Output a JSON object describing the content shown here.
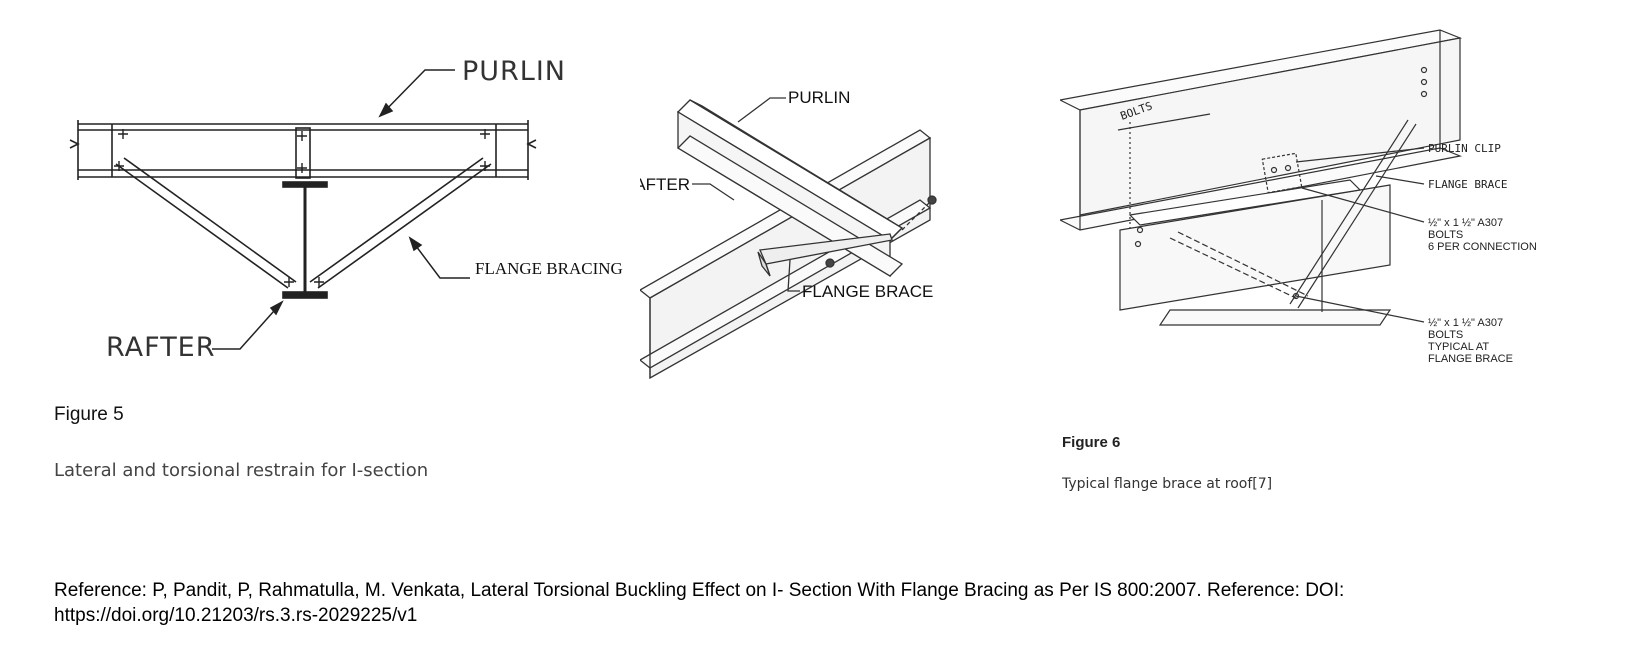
{
  "figure5": {
    "drawing": {
      "purlin_label": "PURLIN",
      "rafter_label": "RAFTER",
      "flange_bracing_label": "FLANGE BRACING"
    },
    "title": "Figure 5",
    "caption": "Lateral and torsional restrain for I-section"
  },
  "middle_drawing": {
    "purlin_label": "PURLIN",
    "rafter_label": "RAFTER",
    "flange_brace_label": "FLANGE BRACE"
  },
  "figure6": {
    "drawing": {
      "bolts_label": "BOLTS",
      "purlin_clip_label": "PURLIN CLIP",
      "flange_brace_label": "FLANGE BRACE",
      "bolts_note_1": [
        "½\" x 1 ½\" A307",
        "BOLTS",
        "6 PER CONNECTION"
      ],
      "bolts_note_2": [
        "½\" x 1 ½\" A307",
        "BOLTS",
        "TYPICAL AT",
        "FLANGE BRACE"
      ]
    },
    "title": "Figure 6",
    "caption": "Typical flange brace at roof[7]"
  },
  "reference": "Reference: P, Pandit, P, Rahmatulla, M. Venkata, Lateral Torsional Buckling Effect on I- Section With Flange Bracing as Per IS 800:2007. Reference: DOI: https://doi.org/10.21203/rs.3.rs-2029225/v1"
}
